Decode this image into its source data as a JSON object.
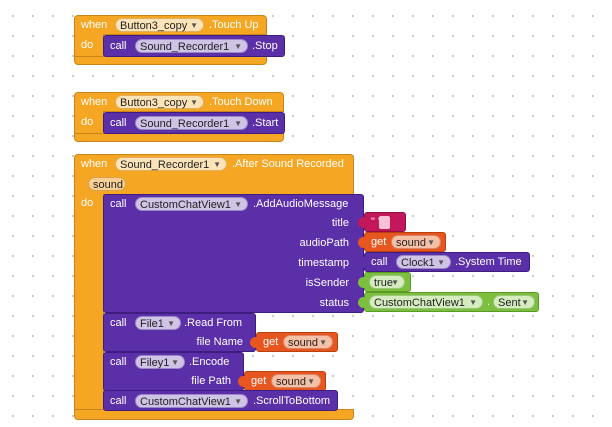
{
  "kw": {
    "when": "when",
    "do": "do",
    "call": "call",
    "get": "get",
    "dot": "."
  },
  "block1": {
    "component": "Button3_copy",
    "event": ".Touch Up",
    "callComponent": "Sound_Recorder1",
    "method": ".Stop"
  },
  "block2": {
    "component": "Button3_copy",
    "event": ".Touch Down",
    "callComponent": "Sound_Recorder1",
    "method": ".Start"
  },
  "block3": {
    "component": "Sound_Recorder1",
    "event": ".After Sound Recorded",
    "param": "sound",
    "addAudio": {
      "component": "CustomChatView1",
      "method": ".AddAudioMessage",
      "args": {
        "title": "title",
        "audioPath": "audioPath",
        "timestamp": "timestamp",
        "isSender": "isSender",
        "status": "status"
      },
      "titleText": "\" \"",
      "audioPathVar": "sound",
      "clockComponent": "Clock1",
      "clockMethod": ".System Time",
      "isSenderValue": "true",
      "statusComponent": "CustomChatView1",
      "statusValue": "Sent"
    },
    "readFrom": {
      "component": "File1",
      "method": ".Read From",
      "argLabel": "file Name",
      "var": "sound"
    },
    "encode": {
      "component": "Filey1",
      "method": ".Encode",
      "argLabel": "file Path",
      "var": "sound"
    },
    "scroll": {
      "component": "CustomChatView1",
      "method": ".ScrollToBottom"
    }
  },
  "colors": {
    "event": "#f5a623",
    "call": "#5b2fa8",
    "get": "#e8561f",
    "text": "#c2185b",
    "logic": "#7cbf3e"
  },
  "icons": {
    "dropdown": "triangle-down-icon"
  }
}
